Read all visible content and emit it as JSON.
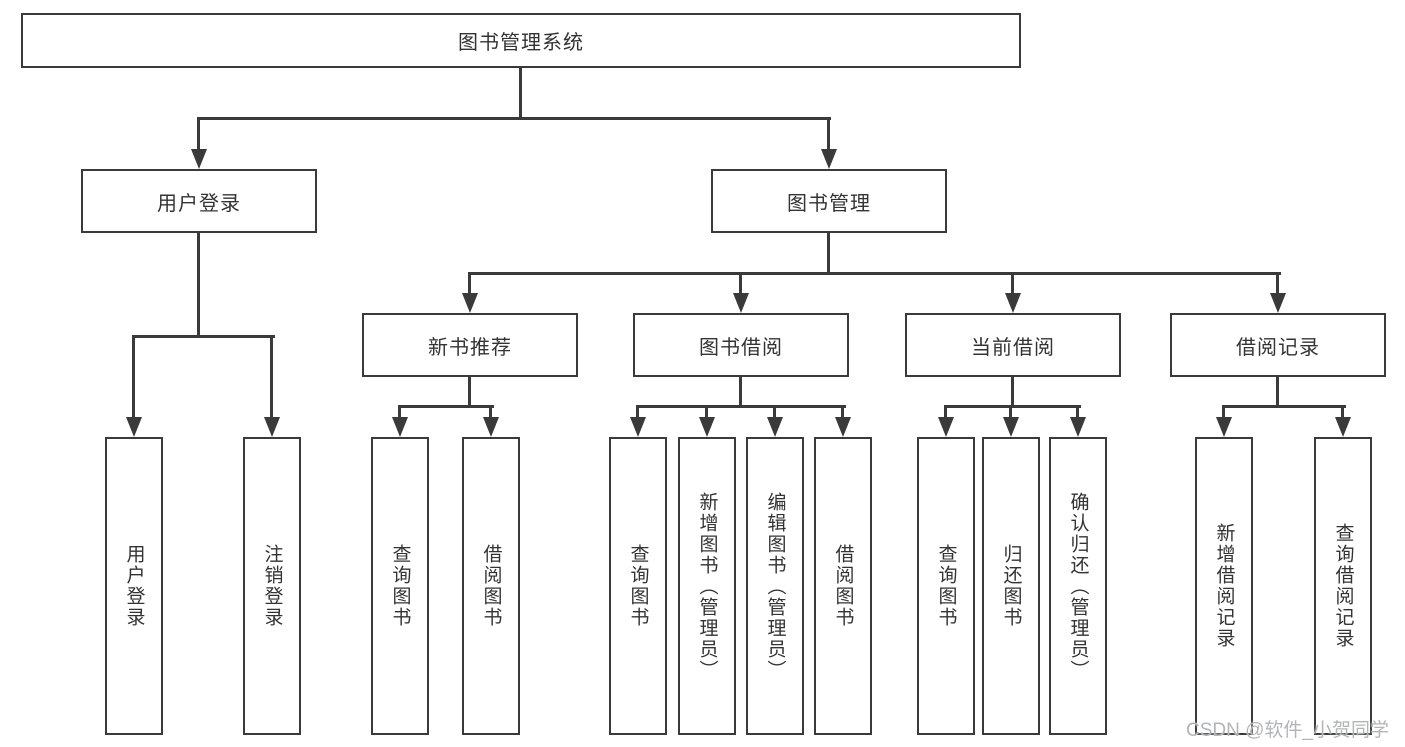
{
  "tree": {
    "label": "图书管理系统",
    "children": [
      {
        "label": "用户登录",
        "children": [
          {
            "label": "用户登录"
          },
          {
            "label": "注销登录"
          }
        ]
      },
      {
        "label": "图书管理",
        "children": [
          {
            "label": "新书推荐",
            "children": [
              {
                "label": "查询图书"
              },
              {
                "label": "借阅图书"
              }
            ]
          },
          {
            "label": "图书借阅",
            "children": [
              {
                "label": "查询图书"
              },
              {
                "label": "新增图书（管理员）"
              },
              {
                "label": "编辑图书（管理员）"
              },
              {
                "label": "借阅图书"
              }
            ]
          },
          {
            "label": "当前借阅",
            "children": [
              {
                "label": "查询图书"
              },
              {
                "label": "归还图书"
              },
              {
                "label": "确认归还（管理员）"
              }
            ]
          },
          {
            "label": "借阅记录",
            "children": [
              {
                "label": "新增借阅记录"
              },
              {
                "label": "查询借阅记录"
              }
            ]
          }
        ]
      }
    ]
  },
  "watermark": {
    "text": "CSDN @软件_小贺同学"
  },
  "colors": {
    "line": "#3a3a3a",
    "text": "#333333",
    "watermark": "#b3b4b6",
    "bg": "#ffffff"
  }
}
